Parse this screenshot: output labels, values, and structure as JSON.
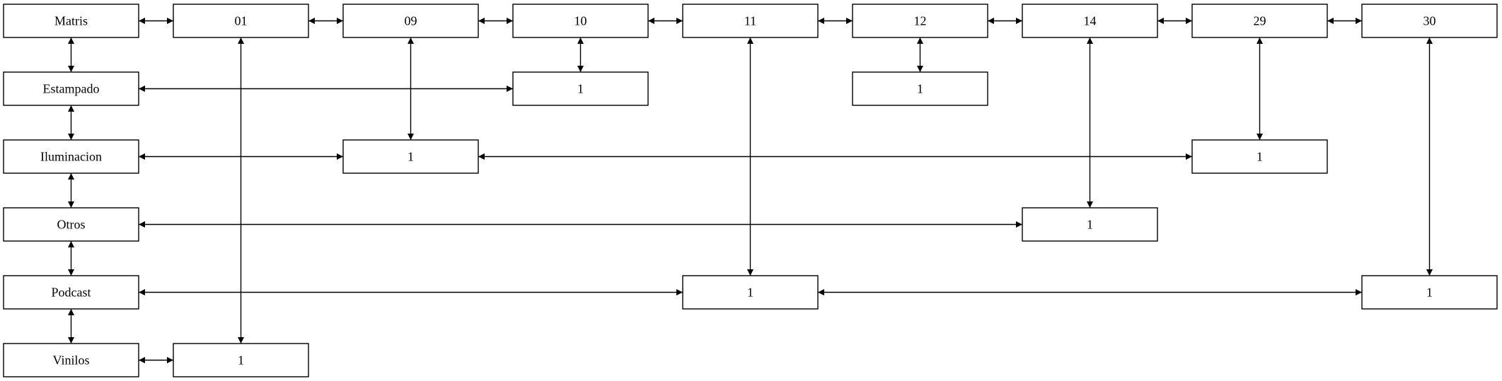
{
  "nodes": [
    {
      "id": "matris",
      "label": "Matris"
    },
    {
      "id": "n01",
      "label": "01"
    },
    {
      "id": "n09",
      "label": "09"
    },
    {
      "id": "n10",
      "label": "10"
    },
    {
      "id": "n11",
      "label": "11"
    },
    {
      "id": "n12",
      "label": "12"
    },
    {
      "id": "n14",
      "label": "14"
    },
    {
      "id": "n29",
      "label": "29"
    },
    {
      "id": "n30",
      "label": "30"
    },
    {
      "id": "estampado",
      "label": "Estampado"
    },
    {
      "id": "estampado_10",
      "label": "1"
    },
    {
      "id": "estampado_12",
      "label": "1"
    },
    {
      "id": "iluminacion",
      "label": "Iluminacion"
    },
    {
      "id": "iluminacion_09",
      "label": "1"
    },
    {
      "id": "iluminacion_29",
      "label": "1"
    },
    {
      "id": "otros",
      "label": "Otros"
    },
    {
      "id": "otros_14",
      "label": "1"
    },
    {
      "id": "podcast",
      "label": "Podcast"
    },
    {
      "id": "podcast_11",
      "label": "1"
    },
    {
      "id": "podcast_30",
      "label": "1"
    },
    {
      "id": "vinilos",
      "label": "Vinilos"
    },
    {
      "id": "vinilos_01",
      "label": "1"
    }
  ],
  "edges": [
    {
      "from": "matris",
      "to": "n01"
    },
    {
      "from": "n01",
      "to": "n09"
    },
    {
      "from": "n09",
      "to": "n10"
    },
    {
      "from": "n10",
      "to": "n11"
    },
    {
      "from": "n11",
      "to": "n12"
    },
    {
      "from": "n12",
      "to": "n14"
    },
    {
      "from": "n14",
      "to": "n29"
    },
    {
      "from": "n29",
      "to": "n30"
    },
    {
      "from": "matris",
      "to": "estampado"
    },
    {
      "from": "estampado",
      "to": "iluminacion"
    },
    {
      "from": "iluminacion",
      "to": "otros"
    },
    {
      "from": "otros",
      "to": "podcast"
    },
    {
      "from": "podcast",
      "to": "vinilos"
    },
    {
      "from": "estampado",
      "to": "estampado_10"
    },
    {
      "from": "n10",
      "to": "estampado_10"
    },
    {
      "from": "n12",
      "to": "estampado_12"
    },
    {
      "from": "iluminacion",
      "to": "iluminacion_09"
    },
    {
      "from": "iluminacion_09",
      "to": "iluminacion_29"
    },
    {
      "from": "n09",
      "to": "iluminacion_09"
    },
    {
      "from": "n29",
      "to": "iluminacion_29"
    },
    {
      "from": "otros",
      "to": "otros_14"
    },
    {
      "from": "n14",
      "to": "otros_14"
    },
    {
      "from": "podcast",
      "to": "podcast_11"
    },
    {
      "from": "podcast_11",
      "to": "podcast_30"
    },
    {
      "from": "n11",
      "to": "podcast_11"
    },
    {
      "from": "n30",
      "to": "podcast_30"
    },
    {
      "from": "vinilos",
      "to": "vinilos_01"
    },
    {
      "from": "n01",
      "to": "vinilos_01"
    }
  ]
}
